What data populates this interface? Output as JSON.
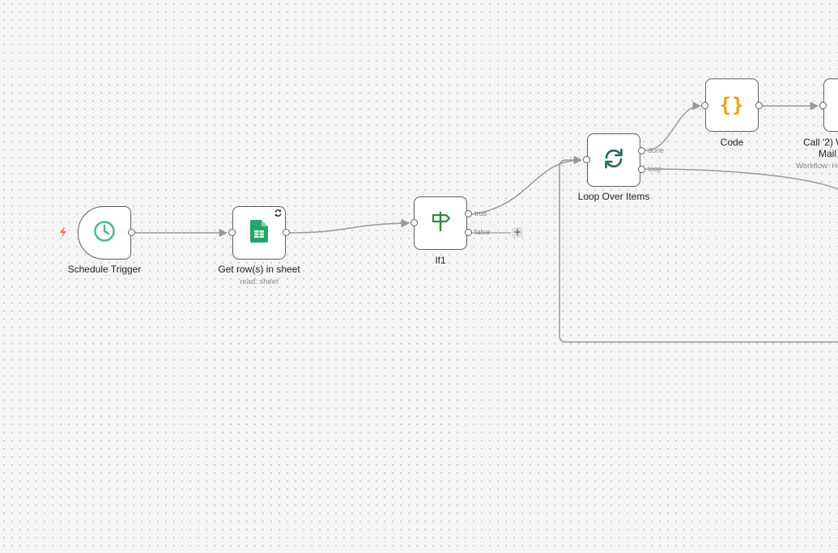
{
  "nodes": {
    "schedule_trigger": {
      "label": "Schedule Trigger",
      "icon": "clock-icon"
    },
    "get_rows": {
      "label": "Get row(s) in sheet",
      "subtitle": "read: sheet",
      "icon": "google-sheets-icon"
    },
    "if1": {
      "label": "If1",
      "icon": "signpost-icon",
      "outputs": {
        "true": "true",
        "false": "false"
      }
    },
    "loop": {
      "label": "Loop Over Items",
      "icon": "loop-icon",
      "outputs": {
        "done": "done",
        "loop": "loop"
      }
    },
    "code": {
      "label": "Code",
      "icon": "braces-icon",
      "glyph": "{}"
    },
    "call_workflow": {
      "label_line1": "Call '2) W",
      "label_line2": "Mail",
      "subtitle": "Workflow: H"
    }
  },
  "add_button": {
    "label": "+"
  },
  "colors": {
    "canvas_bg": "#f5f5f5",
    "edge": "#999999",
    "node_border": "#5f5f5f",
    "trigger_bolt": "#ff6d5a",
    "clock": "#3dbd8f",
    "sheets": "#23a566",
    "signpost": "#2e8b3e",
    "loop": "#1f6b55",
    "code": "#f59e0b"
  }
}
